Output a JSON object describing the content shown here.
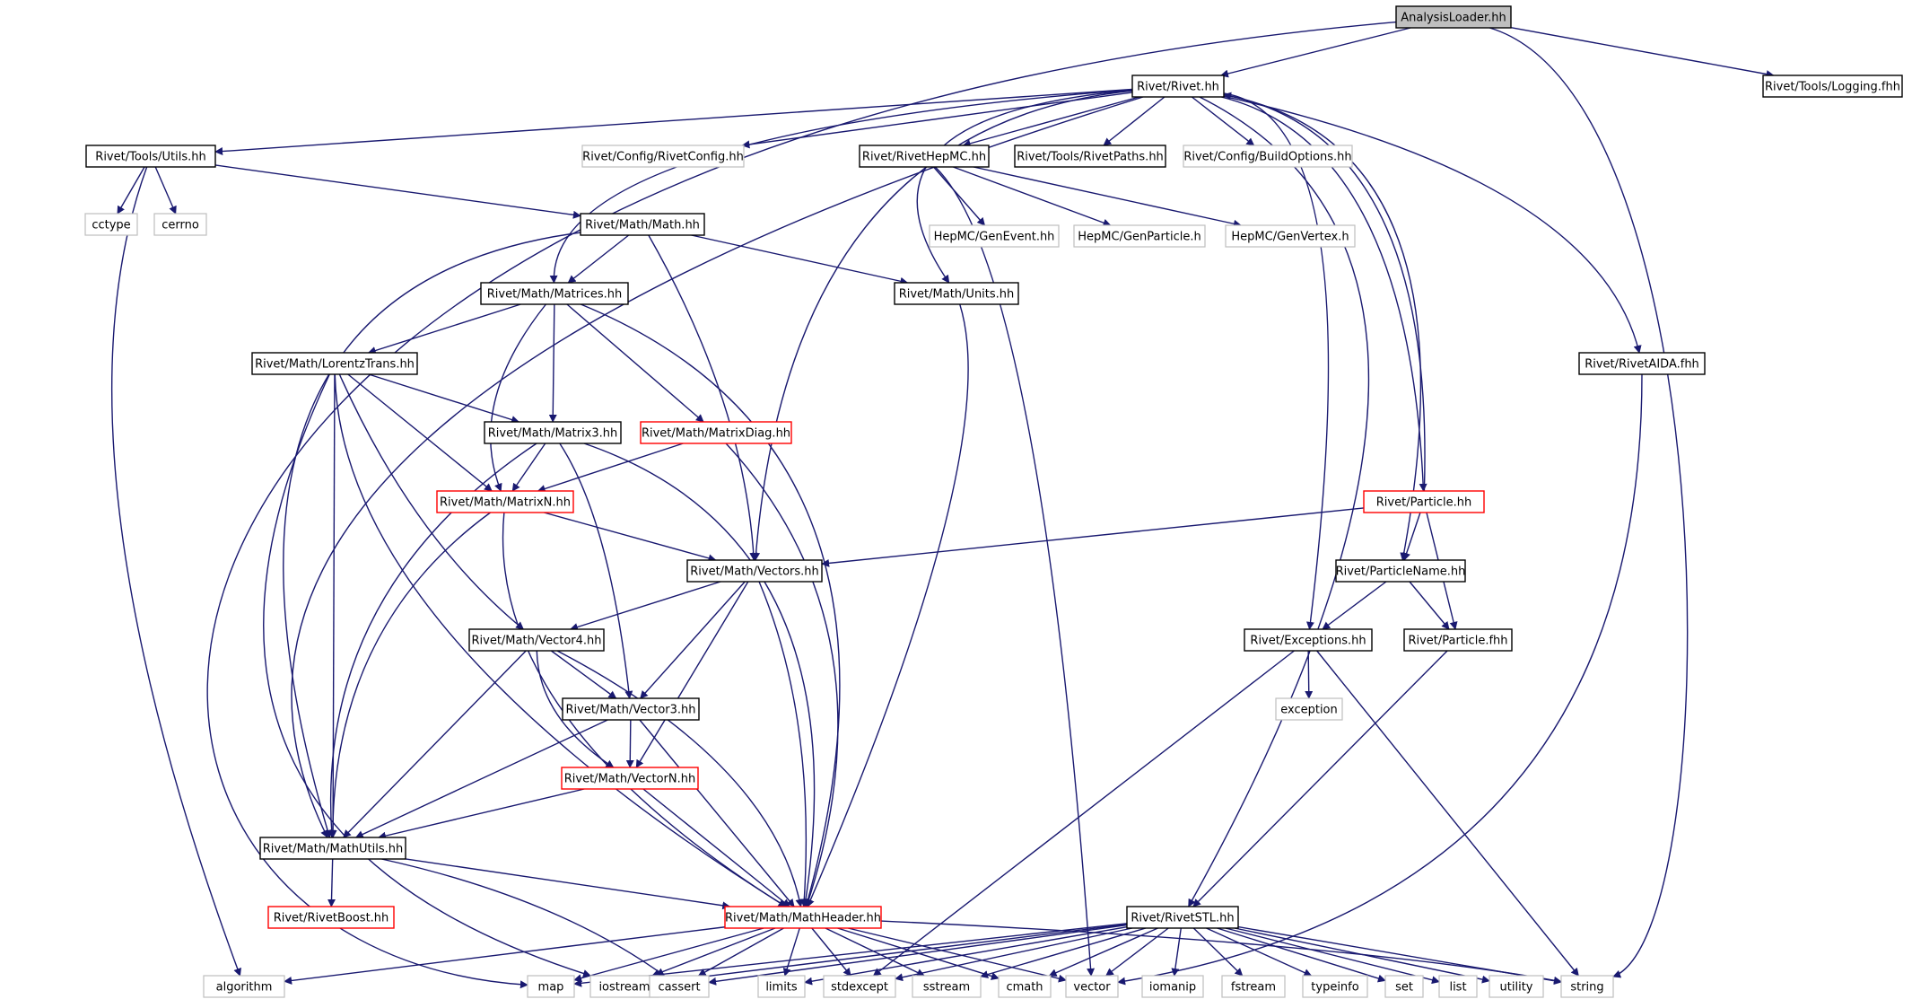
{
  "graph": {
    "nodes": {
      "analysis_loader": {
        "label": "AnalysisLoader.hh"
      },
      "rivet": {
        "label": "Rivet/Rivet.hh"
      },
      "logging": {
        "label": "Rivet/Tools/Logging.fhh"
      },
      "utils": {
        "label": "Rivet/Tools/Utils.hh"
      },
      "rivetconfig": {
        "label": "Rivet/Config/RivetConfig.hh"
      },
      "rivethepmc": {
        "label": "Rivet/RivetHepMC.hh"
      },
      "rivetpaths": {
        "label": "Rivet/Tools/RivetPaths.hh"
      },
      "buildoptions": {
        "label": "Rivet/Config/BuildOptions.hh"
      },
      "cctype": {
        "label": "cctype"
      },
      "cerrno": {
        "label": "cerrno"
      },
      "math": {
        "label": "Rivet/Math/Math.hh"
      },
      "genevent": {
        "label": "HepMC/GenEvent.hh"
      },
      "genparticle": {
        "label": "HepMC/GenParticle.h"
      },
      "genvertex": {
        "label": "HepMC/GenVertex.h"
      },
      "matrices": {
        "label": "Rivet/Math/Matrices.hh"
      },
      "units": {
        "label": "Rivet/Math/Units.hh"
      },
      "lorentz": {
        "label": "Rivet/Math/LorentzTrans.hh"
      },
      "rivetaida": {
        "label": "Rivet/RivetAIDA.fhh"
      },
      "matrix3": {
        "label": "Rivet/Math/Matrix3.hh"
      },
      "matrixdiag": {
        "label": "Rivet/Math/MatrixDiag.hh"
      },
      "particle": {
        "label": "Rivet/Particle.hh"
      },
      "matrixn": {
        "label": "Rivet/Math/MatrixN.hh"
      },
      "vectors": {
        "label": "Rivet/Math/Vectors.hh"
      },
      "particlename": {
        "label": "Rivet/ParticleName.hh"
      },
      "vector4": {
        "label": "Rivet/Math/Vector4.hh"
      },
      "exceptions": {
        "label": "Rivet/Exceptions.hh"
      },
      "particlefhh": {
        "label": "Rivet/Particle.fhh"
      },
      "vector3": {
        "label": "Rivet/Math/Vector3.hh"
      },
      "exception": {
        "label": "exception"
      },
      "vectorn": {
        "label": "Rivet/Math/VectorN.hh"
      },
      "mathutils": {
        "label": "Rivet/Math/MathUtils.hh"
      },
      "rivetboost": {
        "label": "Rivet/RivetBoost.hh"
      },
      "mathheader": {
        "label": "Rivet/Math/MathHeader.hh"
      },
      "rivetstl": {
        "label": "Rivet/RivetSTL.hh"
      },
      "algorithm": {
        "label": "algorithm"
      },
      "map": {
        "label": "map"
      },
      "iostream": {
        "label": "iostream"
      },
      "cassert": {
        "label": "cassert"
      },
      "limits": {
        "label": "limits"
      },
      "stdexcept": {
        "label": "stdexcept"
      },
      "sstream": {
        "label": "sstream"
      },
      "cmath": {
        "label": "cmath"
      },
      "vector": {
        "label": "vector"
      },
      "iomanip": {
        "label": "iomanip"
      },
      "fstream": {
        "label": "fstream"
      },
      "typeinfo": {
        "label": "typeinfo"
      },
      "set": {
        "label": "set"
      },
      "list": {
        "label": "list"
      },
      "utility": {
        "label": "utility"
      },
      "string": {
        "label": "string"
      }
    },
    "colors": {
      "edge": "#191970",
      "node_border": "#000000",
      "incomplete_border": "#ff0000",
      "external_border": "#bfbfbf",
      "root_fill": "#bfbfbf",
      "text": "#000000"
    }
  }
}
